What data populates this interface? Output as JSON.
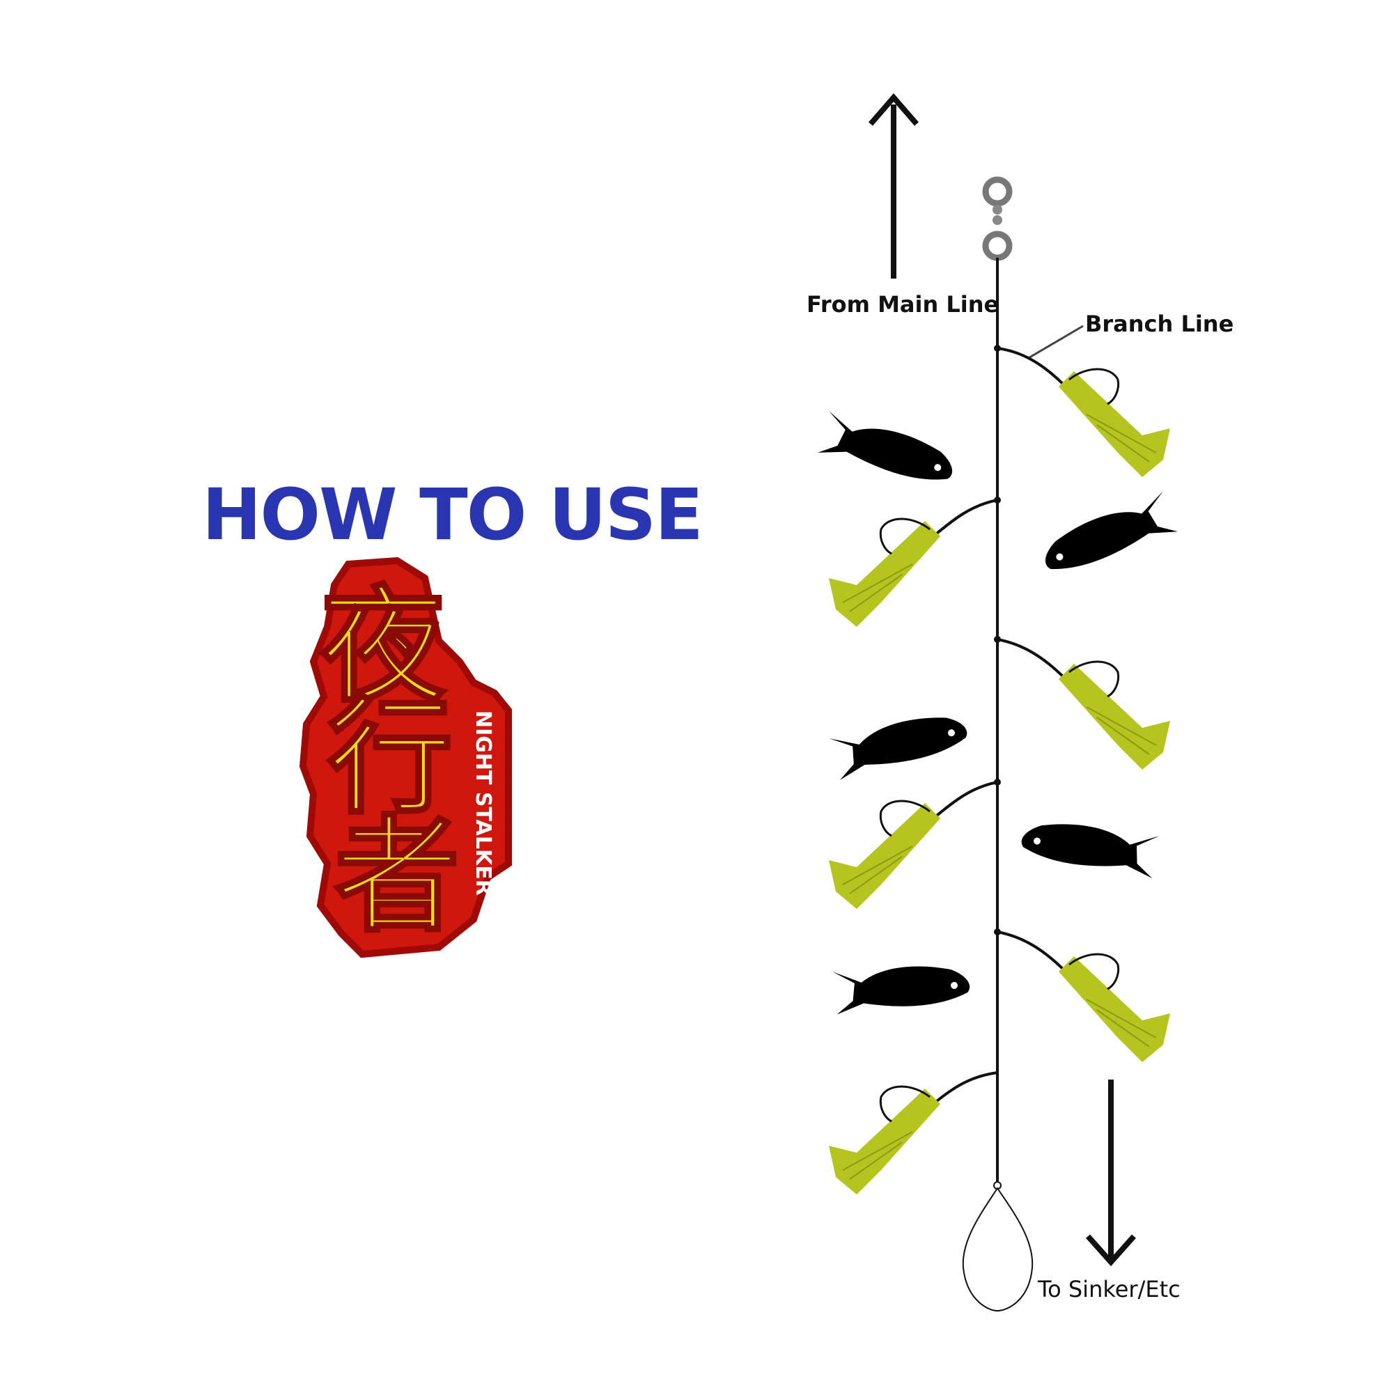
{
  "headline": "HOW TO USE",
  "logo": {
    "chinese_text": "夜行者",
    "english_text": "NIGHT STALKER",
    "colors": {
      "text": "#f5dd1c",
      "fill": "#d0170e",
      "outline": "#a00a06"
    }
  },
  "diagram": {
    "labels": {
      "from_main_line": "From Main Line",
      "branch_line": "Branch Line",
      "to_sinker": "To Sinker/Etc"
    },
    "lure_count": 6,
    "fish_count": 5,
    "colors": {
      "lure": "#b5c41e",
      "line": "#111111",
      "fish": "#000000",
      "swivel": "#8a8a8a"
    },
    "icons": [
      "up-arrow-icon",
      "down-arrow-icon",
      "swivel-icon",
      "snap-loop-icon",
      "lure-icon",
      "hook-icon",
      "fish-icon"
    ]
  }
}
